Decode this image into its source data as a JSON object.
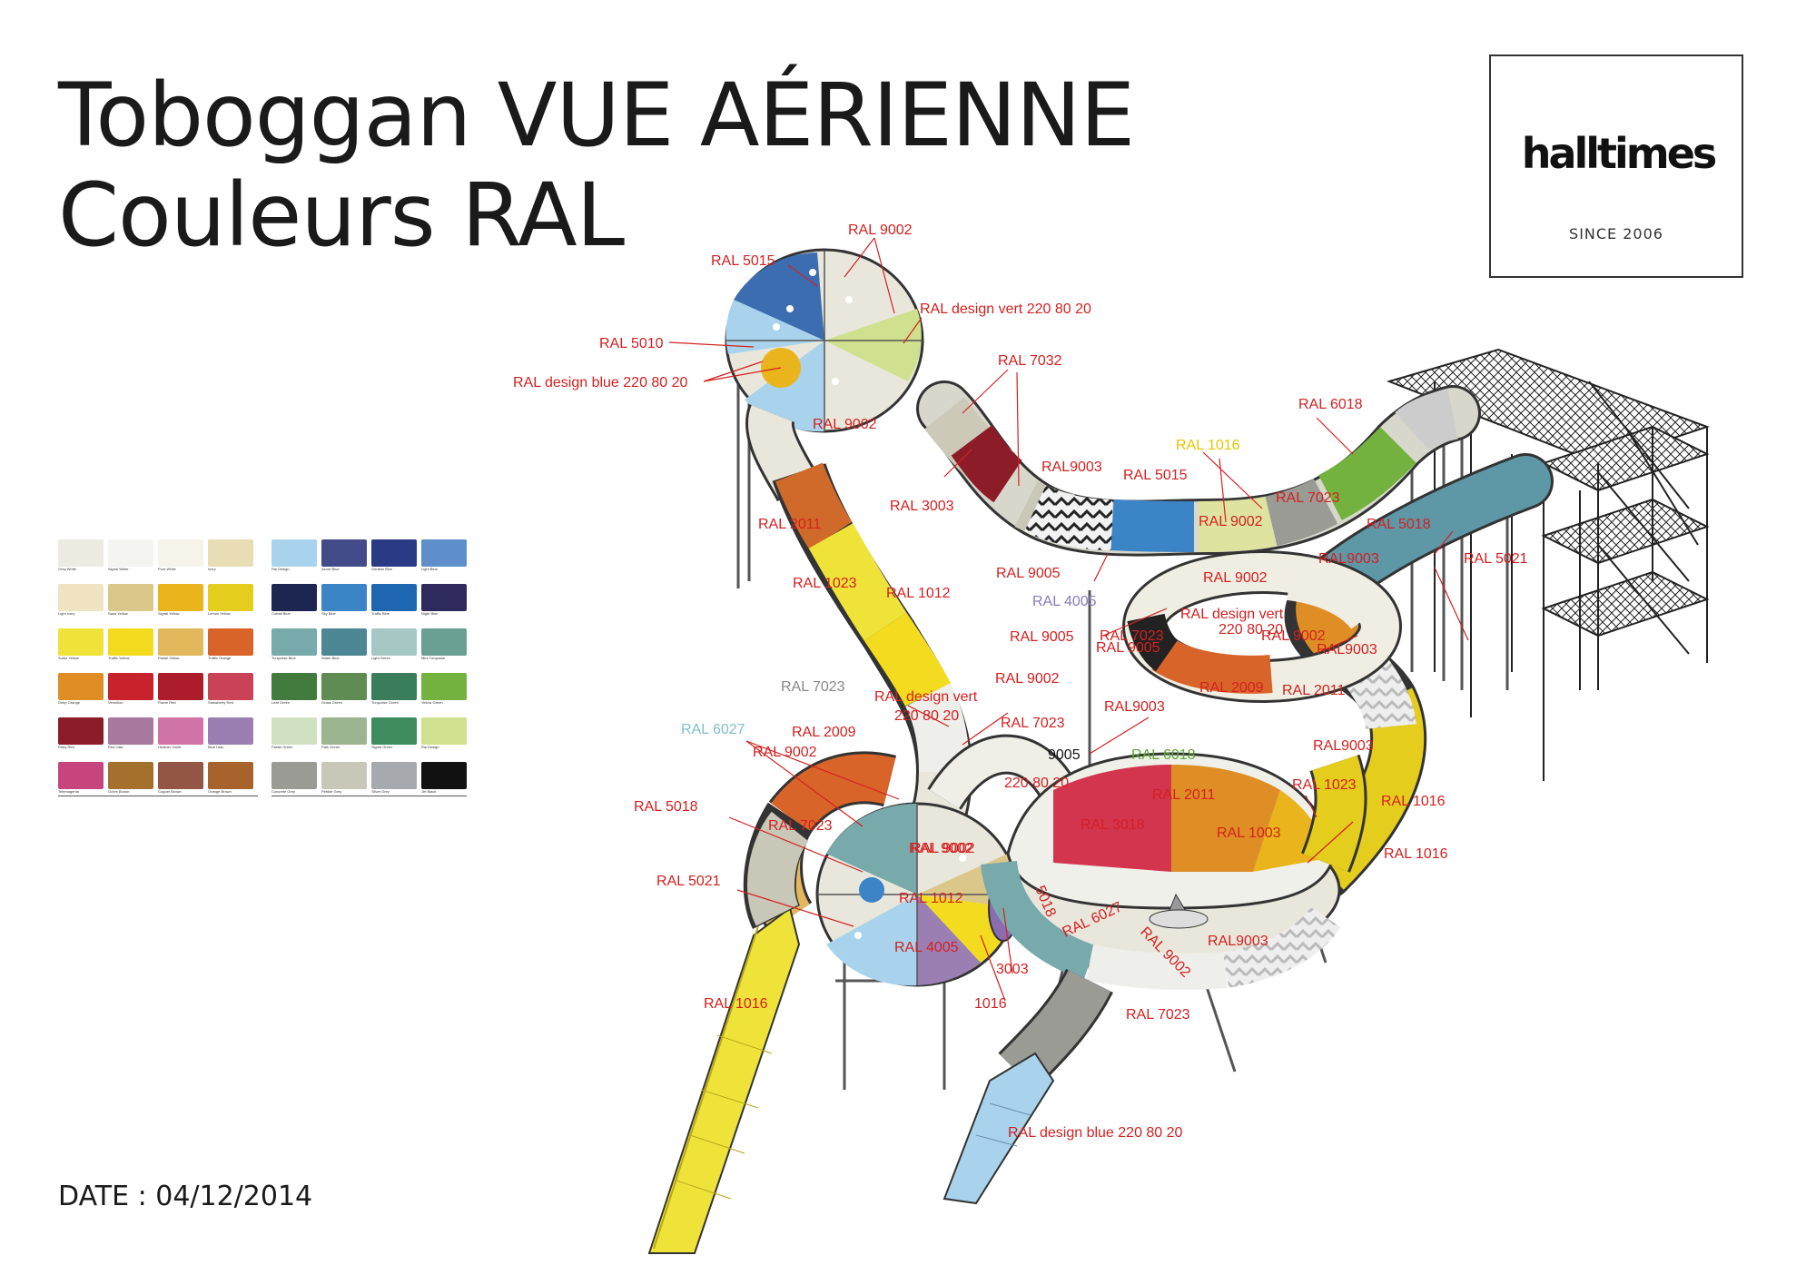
{
  "title": {
    "line1": "Toboggan VUE AÉRIENNE",
    "line2": "Couleurs RAL"
  },
  "date": "DATE : 04/12/2014",
  "logo": {
    "wordmark": "halltimes",
    "since": "SINCE 2006"
  },
  "colors": {
    "label_red": "#d42020",
    "label_yellow": "#e8c400",
    "label_gray": "#888888",
    "label_purple": "#8a7ab8",
    "label_cyan": "#7fbfcc",
    "label_green": "#5aa832",
    "label_black": "#111111"
  },
  "palette": {
    "left": [
      {
        "name": "Grey White",
        "color": "#ecebe2"
      },
      {
        "name": "Signal White",
        "color": "#f4f4f0"
      },
      {
        "name": "Pure White",
        "color": "#f5f3ea"
      },
      {
        "name": "Ivory",
        "color": "#e8ddb5"
      },
      {
        "name": "Light Ivory",
        "color": "#efe3c1"
      },
      {
        "name": "Sand Yellow",
        "color": "#dcc78a"
      },
      {
        "name": "Signal Yellow",
        "color": "#eab41c"
      },
      {
        "name": "Lemon Yellow",
        "color": "#e4cd1d"
      },
      {
        "name": "Sulfur Yellow",
        "color": "#efe33a"
      },
      {
        "name": "Traffic Yellow",
        "color": "#f3dc1f"
      },
      {
        "name": "Pastel Yellow",
        "color": "#e3b75c"
      },
      {
        "name": "Traffic Orange",
        "color": "#d9642a"
      },
      {
        "name": "Deep Orange",
        "color": "#df8e25"
      },
      {
        "name": "Vermilion",
        "color": "#c8222c"
      },
      {
        "name": "Flame Red",
        "color": "#ac1c2b"
      },
      {
        "name": "Strawberry Red",
        "color": "#c94256"
      },
      {
        "name": "Ruby Red",
        "color": "#8c1c28"
      },
      {
        "name": "Red Lilac",
        "color": "#a8799e"
      },
      {
        "name": "Heather Violet",
        "color": "#d073a6"
      },
      {
        "name": "Blue Lilac",
        "color": "#9b7fb3"
      },
      {
        "name": "Telemagenta",
        "color": "#c6457d"
      },
      {
        "name": "Ochre Brown",
        "color": "#a4702e"
      },
      {
        "name": "Copper Brown",
        "color": "#935544"
      },
      {
        "name": "Orange Brown",
        "color": "#a8632c"
      }
    ],
    "right": [
      {
        "name": "Rai Design",
        "color": "#a9d3ec"
      },
      {
        "name": "Azure Blue",
        "color": "#434c88"
      },
      {
        "name": "Gentian Blue",
        "color": "#2a3a84"
      },
      {
        "name": "Light Blue",
        "color": "#5e8fca"
      },
      {
        "name": "Cobalt Blue",
        "color": "#1d2650"
      },
      {
        "name": "Sky Blue",
        "color": "#3b84c6"
      },
      {
        "name": "Traffic Blue",
        "color": "#1f66b1"
      },
      {
        "name": "Night Blue",
        "color": "#2e2a5e"
      },
      {
        "name": "Turquoise Blue",
        "color": "#78a9ab"
      },
      {
        "name": "Water Blue",
        "color": "#4d8793"
      },
      {
        "name": "Light Green",
        "color": "#a5c8c4"
      },
      {
        "name": "Mint Turquoise",
        "color": "#6a9f93"
      },
      {
        "name": "Leaf Green",
        "color": "#417b3d"
      },
      {
        "name": "Grass Green",
        "color": "#5e8c53"
      },
      {
        "name": "Turquoise Green",
        "color": "#3a7d5b"
      },
      {
        "name": "Yellow Green",
        "color": "#73b23e"
      },
      {
        "name": "Pastel Green",
        "color": "#cfe1c0"
      },
      {
        "name": "Pale Green",
        "color": "#9cb48f"
      },
      {
        "name": "Signal Green",
        "color": "#3d8b5f"
      },
      {
        "name": "Rai Design",
        "color": "#cfe08e"
      },
      {
        "name": "Concrete Grey",
        "color": "#9a9b95"
      },
      {
        "name": "Pebble Grey",
        "color": "#c9c7b7"
      },
      {
        "name": "Silver Grey",
        "color": "#a6a9ae"
      },
      {
        "name": "Jet Black",
        "color": "#111111"
      }
    ]
  },
  "labels": [
    {
      "text": "RAL 9002",
      "c": "red"
    },
    {
      "text": "RAL 5015",
      "c": "red"
    },
    {
      "text": "RAL design vert 220 80 20",
      "c": "red"
    },
    {
      "text": "RAL 5010",
      "c": "red"
    },
    {
      "text": "RAL design blue 220 80 20",
      "c": "red"
    },
    {
      "text": "RAL 7032",
      "c": "red"
    },
    {
      "text": "RAL 9002",
      "c": "red"
    },
    {
      "text": "RAL 6018",
      "c": "red"
    },
    {
      "text": "RAL 1016",
      "c": "yellow"
    },
    {
      "text": "RAL9003",
      "c": "red"
    },
    {
      "text": "RAL 5015",
      "c": "red"
    },
    {
      "text": "RAL 3003",
      "c": "red"
    },
    {
      "text": "RAL 7023",
      "c": "red"
    },
    {
      "text": "RAL 9002",
      "c": "red"
    },
    {
      "text": "RAL 2011",
      "c": "red"
    },
    {
      "text": "RAL 5018",
      "c": "red"
    },
    {
      "text": "RAL9003",
      "c": "red"
    },
    {
      "text": "RAL 5021",
      "c": "red"
    },
    {
      "text": "RAL 9005",
      "c": "red"
    },
    {
      "text": "RAL 1023",
      "c": "red"
    },
    {
      "text": "RAL 1012",
      "c": "red"
    },
    {
      "text": "RAL 9002",
      "c": "red"
    },
    {
      "text": "RAL 4005",
      "c": "purple"
    },
    {
      "text": "RAL design vert",
      "c": "red"
    },
    {
      "text": "220 80 20",
      "c": "red"
    },
    {
      "text": "RAL 9002",
      "c": "red"
    },
    {
      "text": "RAL 9005",
      "c": "red"
    },
    {
      "text": "RAL9003",
      "c": "red"
    },
    {
      "text": "RAL 7023",
      "c": "red"
    },
    {
      "text": "RAL 9005",
      "c": "red"
    },
    {
      "text": "RAL 2009",
      "c": "red"
    },
    {
      "text": "RAL 2011",
      "c": "red"
    },
    {
      "text": "RAL 7023",
      "c": "gray"
    },
    {
      "text": "RAL 9002",
      "c": "red"
    },
    {
      "text": "RAL design vert",
      "c": "red"
    },
    {
      "text": "220 80 20",
      "c": "red"
    },
    {
      "text": "RAL 7023",
      "c": "red"
    },
    {
      "text": "RAL9003",
      "c": "red"
    },
    {
      "text": "RAL 6027",
      "c": "cyan"
    },
    {
      "text": "RAL 2009",
      "c": "red"
    },
    {
      "text": "9005",
      "c": "black"
    },
    {
      "text": "RAL 6018",
      "c": "green"
    },
    {
      "text": "RAL9003",
      "c": "red"
    },
    {
      "text": "220 80 20",
      "c": "red"
    },
    {
      "text": "RAL 5018",
      "c": "red"
    },
    {
      "text": "RAL 2011",
      "c": "red"
    },
    {
      "text": "RAL 1023",
      "c": "red"
    },
    {
      "text": "RAL 1016",
      "c": "red"
    },
    {
      "text": "RAL 7023",
      "c": "red"
    },
    {
      "text": "RAL 9002",
      "c": "red"
    },
    {
      "text": "RAL 3018",
      "c": "red"
    },
    {
      "text": "RAL 1003",
      "c": "red"
    },
    {
      "text": "RAL 5021",
      "c": "red"
    },
    {
      "text": "RAL 9002",
      "c": "red"
    },
    {
      "text": "RAL 9002",
      "c": "red"
    },
    {
      "text": "RAL 1016",
      "c": "red"
    },
    {
      "text": "RAL 1012",
      "c": "red"
    },
    {
      "text": "5018",
      "c": "red"
    },
    {
      "text": "RAL 4005",
      "c": "red"
    },
    {
      "text": "RAL 6027",
      "c": "red"
    },
    {
      "text": "RAL 9002",
      "c": "red"
    },
    {
      "text": "RAL9003",
      "c": "red"
    },
    {
      "text": "3003",
      "c": "red"
    },
    {
      "text": "RAL 1016",
      "c": "red"
    },
    {
      "text": "1016",
      "c": "red"
    },
    {
      "text": "RAL 7023",
      "c": "red"
    },
    {
      "text": "RAL design blue 220 80 20",
      "c": "red"
    }
  ]
}
